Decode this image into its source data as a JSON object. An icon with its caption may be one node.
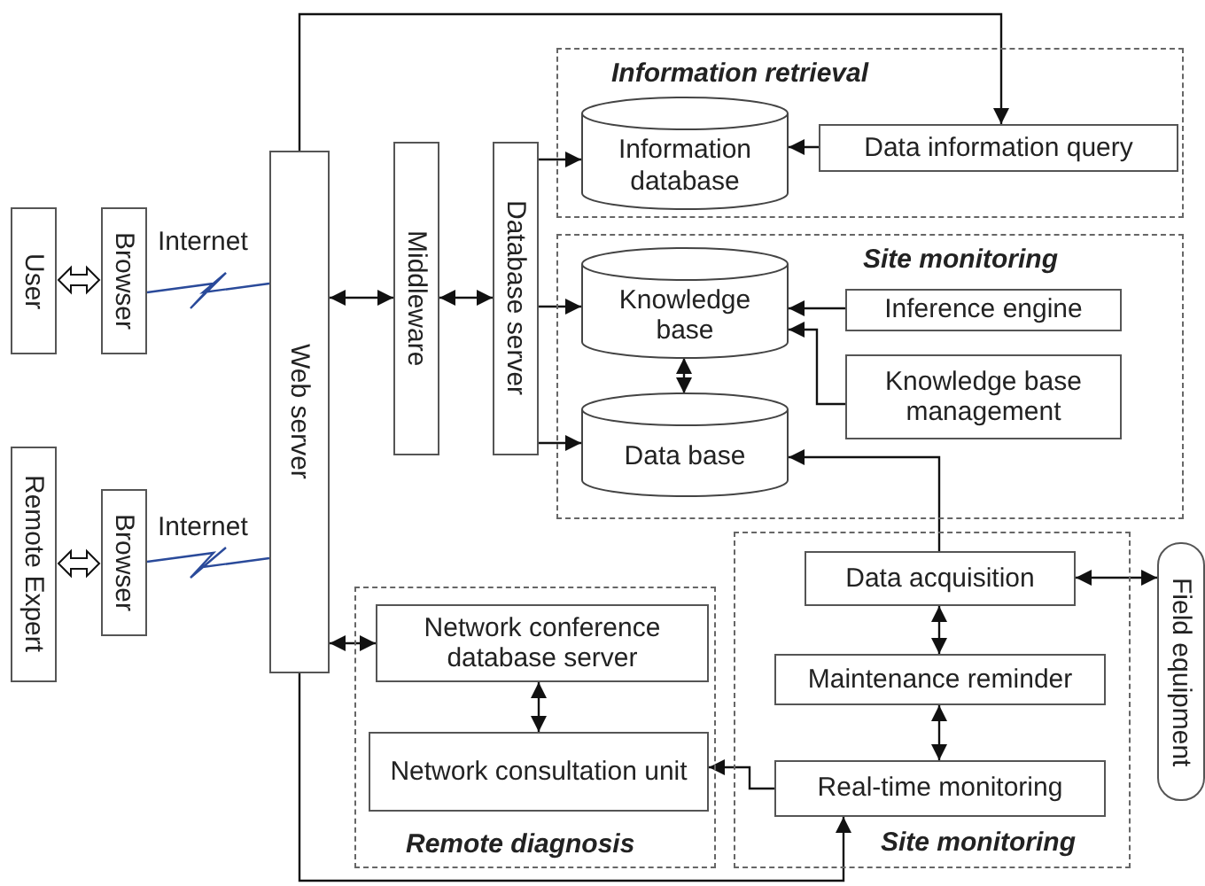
{
  "diagram": {
    "nodes": [
      {
        "text": [
          "User"
        ]
      },
      {
        "text": [
          "Browser"
        ]
      },
      {
        "text": [
          "Remote Expert"
        ]
      },
      {
        "text": [
          "Browser"
        ]
      },
      {
        "text": [
          "Web server"
        ]
      },
      {
        "text": [
          "Middleware"
        ]
      },
      {
        "text": [
          "Database server"
        ]
      },
      {
        "text": [
          "Information retrieval"
        ]
      },
      {
        "text": [
          "Information database"
        ],
        "in": 7
      },
      {
        "text": [
          "Data information query"
        ],
        "in": 7
      },
      {
        "text": [
          "Site monitoring"
        ]
      },
      {
        "text": [
          "Knowledge base"
        ],
        "in": 10
      },
      {
        "text": [
          "Data base"
        ],
        "in": 10
      },
      {
        "text": [
          "Inference engine"
        ],
        "in": 10
      },
      {
        "text": [
          "Knowledge base management"
        ],
        "in": 10
      },
      {
        "text": [
          "Site monitoring"
        ]
      },
      {
        "text": [
          "Data acquisition"
        ],
        "in": 15
      },
      {
        "text": [
          "Maintenance reminder"
        ],
        "in": 15
      },
      {
        "text": [
          "Real-time monitoring"
        ],
        "in": 15
      },
      {
        "text": [
          "Field equipment"
        ]
      },
      {
        "text": [
          "Remote diagnosis"
        ]
      },
      {
        "text": [
          "Network conference database server"
        ],
        "in": 20
      },
      {
        "text": [
          "Network consultation unit"
        ],
        "in": 20
      }
    ],
    "edges": [
      {
        "from": 0,
        "to": 1,
        "arrow": "both",
        "style": "thick"
      },
      {
        "from": 1,
        "to": 4,
        "arrow": "none",
        "label": "Internet",
        "color": "#2a4a9a"
      },
      {
        "from": 2,
        "to": 3,
        "arrow": "both",
        "style": "thick"
      },
      {
        "from": 3,
        "to": 4,
        "arrow": "none",
        "label": "Internet",
        "color": "#2a4a9a"
      },
      {
        "from": 4,
        "to": 5,
        "arrow": "both"
      },
      {
        "from": 5,
        "to": 6,
        "arrow": "both"
      },
      {
        "from": 6,
        "to": 8,
        "arrow": "to"
      },
      {
        "from": 6,
        "to": 11,
        "arrow": "to"
      },
      {
        "from": 6,
        "to": 12,
        "arrow": "to"
      },
      {
        "from": 9,
        "to": 8,
        "arrow": "to"
      },
      {
        "from": 4,
        "to": 9,
        "arrow": "to"
      },
      {
        "from": 13,
        "to": 11,
        "arrow": "to"
      },
      {
        "from": 14,
        "to": 11,
        "arrow": "to"
      },
      {
        "from": 11,
        "to": 12,
        "arrow": "both"
      },
      {
        "from": 16,
        "to": 12,
        "arrow": "to"
      },
      {
        "from": 16,
        "to": 19,
        "arrow": "both"
      },
      {
        "from": 16,
        "to": 17,
        "arrow": "both"
      },
      {
        "from": 17,
        "to": 18,
        "arrow": "both"
      },
      {
        "from": 18,
        "to": 22,
        "arrow": "to"
      },
      {
        "from": 4,
        "to": 21,
        "arrow": "both"
      },
      {
        "from": 4,
        "to": 18,
        "arrow": "to"
      },
      {
        "from": 21,
        "to": 22,
        "arrow": "both"
      }
    ]
  }
}
